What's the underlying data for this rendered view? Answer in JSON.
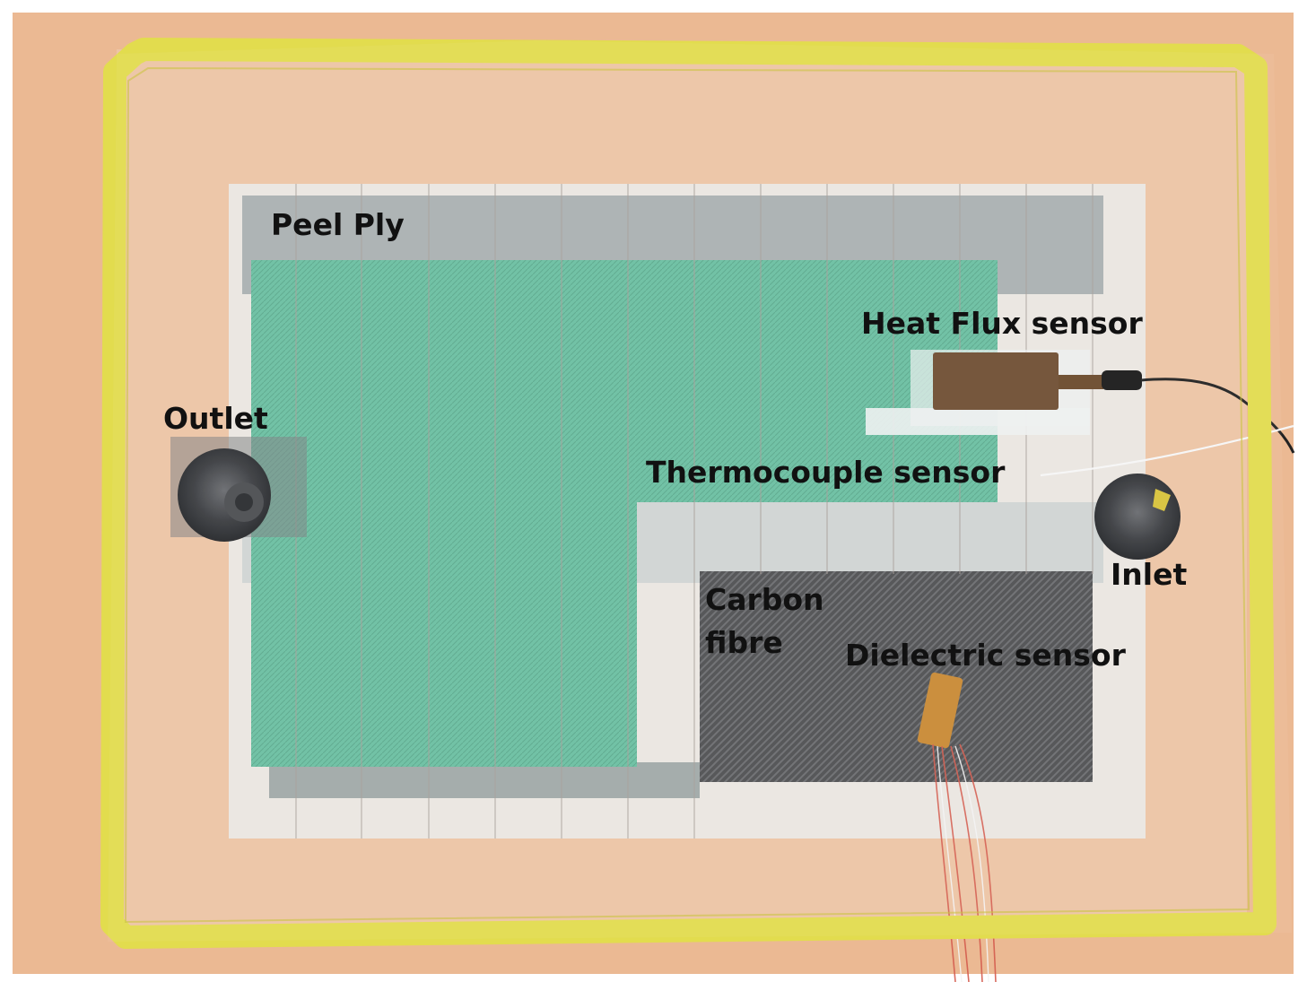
{
  "labels": {
    "peel_ply": "Peel Ply",
    "heat_flux": "Heat Flux sensor",
    "outlet": "Outlet",
    "thermocouple": "Thermocouple sensor",
    "inlet": "Inlet",
    "carbon_fibre": "Carbon\nfibre",
    "dielectric": "Dielectric sensor"
  },
  "colors": {
    "background_board": "#e9b690",
    "sealant_tape": "#e2dc4e",
    "glass_fibre": "#6bbfa2",
    "carbon_fibre": "#555658",
    "peel_ply": "#eae6e1"
  }
}
